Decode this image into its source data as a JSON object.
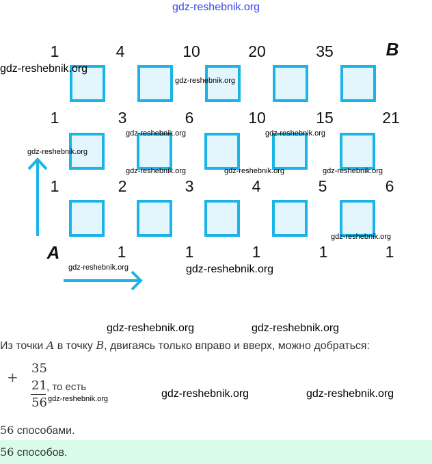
{
  "header_watermark": "gdz-reshebnik.org",
  "grid": {
    "rows": [
      [
        "1",
        "4",
        "10",
        "20",
        "35",
        "B"
      ],
      [
        "1",
        "3",
        "6",
        "10",
        "15",
        "21"
      ],
      [
        "1",
        "2",
        "3",
        "4",
        "5",
        "6"
      ],
      [
        "A",
        "1",
        "1",
        "1",
        "1",
        "1"
      ]
    ]
  },
  "watermarks": [
    "gdz-reshebnik.org",
    "gdz-reshebnik.org",
    "gdz-reshebnik.org",
    "gdz-reshebnik.org",
    "gdz-reshebnik.org",
    "gdz-reshebnik.org",
    "gdz-reshebnik.org",
    "gdz-reshebnik.org",
    "gdz-reshebnik.org",
    "gdz-reshebnik.org",
    "gdz-reshebnik.org",
    "gdz-reshebnik.org",
    "gdz-reshebnik.org",
    "gdz-reshebnik.org",
    "gdz-reshebnik.org",
    "gdz-reshebnik.org"
  ],
  "solution": {
    "line1_a": "Из точки ",
    "point_a": "A",
    "line1_b": " в точку ",
    "point_b": "B",
    "line1_c": ", двигаясь только вправо и вверх, можно добраться:",
    "plus": "+",
    "addend1": "35",
    "addend2": "21",
    "sum": "56",
    "that_is": ", то есть",
    "result_num": "56",
    "result_text": " способами."
  },
  "answer": {
    "num": "56",
    "text": " способов."
  },
  "colors": {
    "accent": "#1ab4e8",
    "answer_bg": "#d9fbe9"
  }
}
